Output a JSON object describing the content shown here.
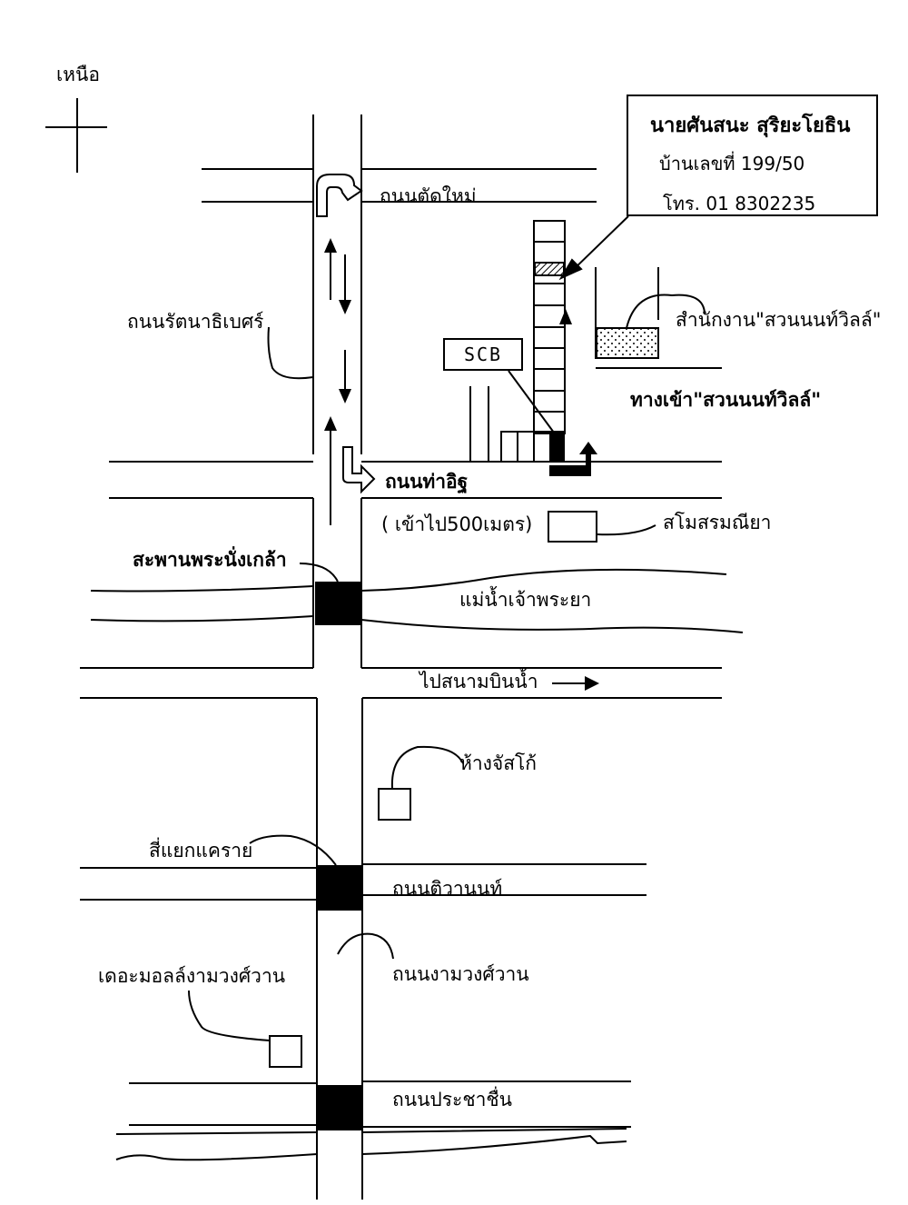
{
  "map": {
    "north_label": "เหนือ",
    "info_box": {
      "name": "นายศันสนะ  สุริยะโยธิน",
      "house_no": "บ้านเลขที่ 199/50",
      "phone": "โทร. 01 8302235"
    },
    "roads": {
      "tat_mai": "ถนนตัดใหม่",
      "rattanathibet": "ถนนรัตนาธิเบศร์",
      "tha_it": "ถนนท่าอิฐ",
      "tha_it_note": "( เข้าไป500เมตร)",
      "tiwanon": "ถนนติวานนท์",
      "ngamwongwan": "ถนนงามวงศ์วาน",
      "prachachuen": "ถนนประชาชื่น"
    },
    "landmarks": {
      "scb": "SCB",
      "office": "สำนักงาน\"สวนนนท์วิลล์\"",
      "entrance": "ทางเข้า\"สวนนนท์วิลล์\"",
      "club": "สโมสรมณียา",
      "bridge": "สะพานพระนั่งเกล้า",
      "river": "แม่น้ำเจ้าพระยา",
      "to_airport": "ไปสนามบินน้ำ",
      "jusco": "ห้างจัสโก้",
      "khae_rai": "สี่แยกแคราย",
      "mall": "เดอะมอลล์งามวงศ์วาน"
    },
    "colors": {
      "line": "#000000",
      "background": "#ffffff"
    }
  }
}
